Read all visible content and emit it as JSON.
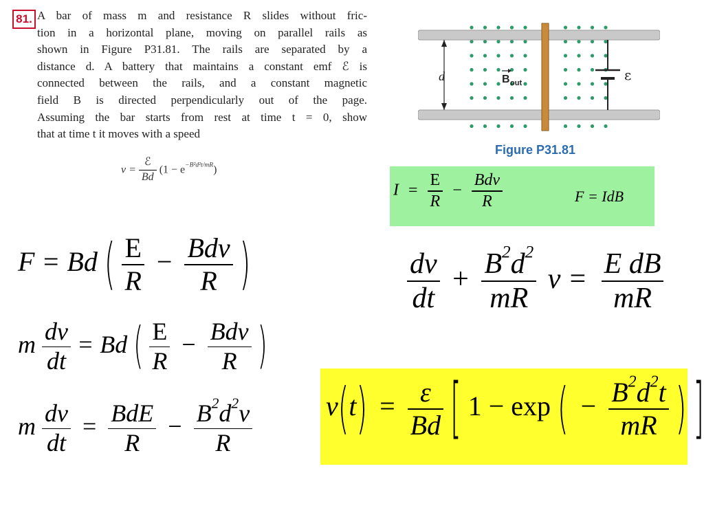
{
  "problem": {
    "number": "81.",
    "lines": [
      "A bar of mass m and resistance R slides without fric-",
      "tion in a horizontal plane, moving on parallel rails as",
      "shown in Figure P31.81. The rails are separated by a",
      "distance d. A battery that maintains a constant emf ℰ is",
      "connected between the rails, and a constant magnetic",
      "field B is directed perpendicularly out of the page.",
      "Assuming the bar starts from rest at time t = 0, show",
      "that at time t it moves with a speed"
    ],
    "answer_lhs": "v =",
    "answer_frac_num": "ℰ",
    "answer_frac_den": "Bd",
    "answer_rest": "(1 − e",
    "answer_exp": "−B²d²t/mR",
    "answer_close": ")"
  },
  "figure": {
    "caption": "Figure P31.81",
    "label_d": "d",
    "label_B": "B",
    "label_B_sub": "out",
    "label_emf": "ε"
  },
  "green_eq": {
    "I": "I",
    "eq": "=",
    "E": "E",
    "R": "R",
    "minus": "−",
    "Bdv": "Bdv",
    "F_eq": "F = IdB"
  },
  "eq1": {
    "lhs": "F = Bd",
    "E": "E",
    "R": "R",
    "minus": "−",
    "Bdv": "Bdv"
  },
  "eq2": {
    "m": "m",
    "dv": "dv",
    "dt": "dt",
    "eq": "= Bd",
    "E": "E",
    "R": "R",
    "minus": "−",
    "Bdv": "Bdv"
  },
  "eq3": {
    "m": "m",
    "dv": "dv",
    "dt": "dt",
    "eq": "=",
    "BdE": "BdE",
    "R": "R",
    "minus": "−",
    "B": "B",
    "d": "d",
    "v": "v",
    "sq": "2"
  },
  "eq_diff": {
    "dv": "dv",
    "dt": "dt",
    "plus": "+",
    "B": "B",
    "d": "d",
    "sq": "2",
    "mR": "mR",
    "v": "v =",
    "EdB": "E dB"
  },
  "solution": {
    "v": "v",
    "t": "t",
    "eq": "=",
    "eps": "ε",
    "Bd": "Bd",
    "one_minus_exp": "1 − exp",
    "minus": "−",
    "B": "B",
    "d": "d",
    "sq": "2",
    "tt": "t",
    "mR": "mR"
  },
  "colors": {
    "problem_number": "#c8102e",
    "caption": "#2b6cb0",
    "green_box": "#9ef19e",
    "yellow_box": "#ffff2e",
    "rail": "#b9b9b9",
    "bar": "#c98a3a",
    "dots": "#2e9b6b"
  }
}
